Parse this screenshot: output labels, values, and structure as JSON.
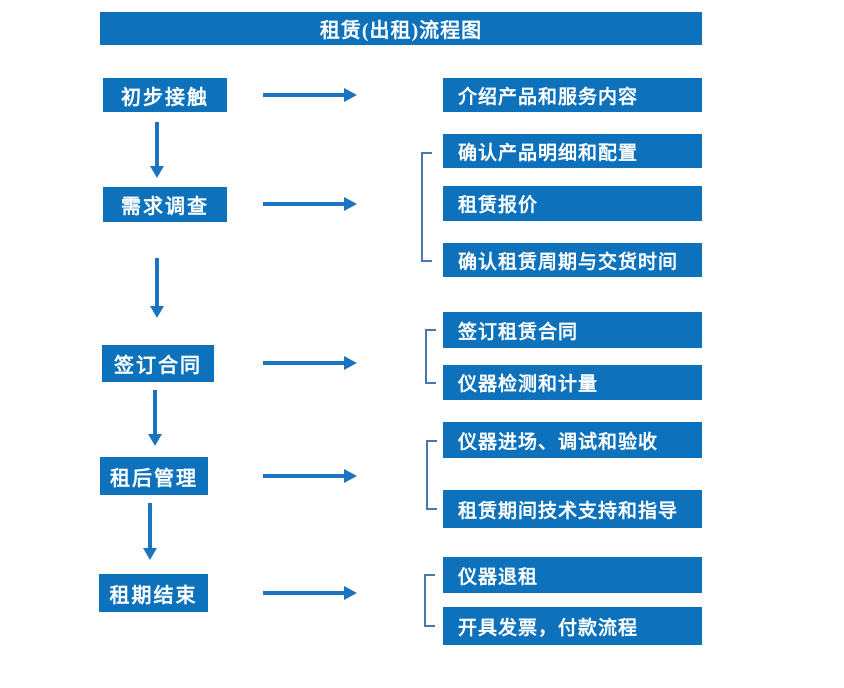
{
  "title": "租赁(出租)流程图",
  "colors": {
    "primary_blue": "#0d72bb",
    "arrow_blue": "#1b74bf",
    "bracket_blue": "#4a78ad",
    "text_white": "#ffffff",
    "background": "#ffffff"
  },
  "flow": {
    "steps": [
      {
        "label": "初步接触",
        "details": [
          "介绍产品和服务内容"
        ]
      },
      {
        "label": "需求调查",
        "details": [
          "确认产品明细和配置",
          "租赁报价",
          "确认租赁周期与交货时间"
        ]
      },
      {
        "label": "签订合同",
        "details": [
          "签订租赁合同",
          "仪器检测和计量"
        ]
      },
      {
        "label": "租后管理",
        "details": [
          "仪器进场、调试和验收",
          "租赁期间技术支持和指导"
        ]
      },
      {
        "label": "租期结束",
        "details": [
          "仪器退租",
          "开具发票，付款流程"
        ]
      }
    ]
  }
}
